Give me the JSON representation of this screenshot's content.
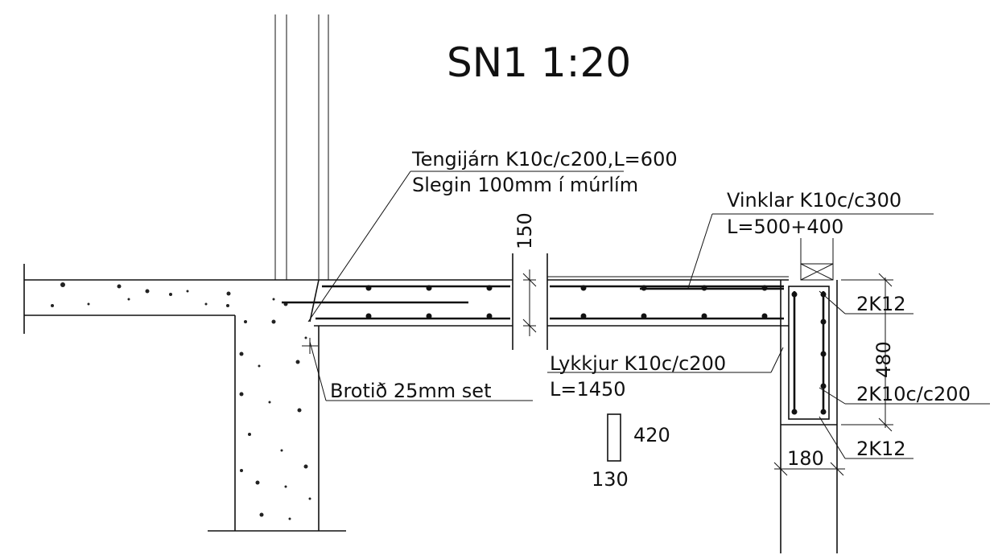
{
  "drawing": {
    "title": "SN1 1:20",
    "labels": {
      "tengijarn": "Tengijárn K10c/c200,L=600",
      "slegin": "Slegin 100mm í múrlím",
      "vinklar": "Vinklar K10c/c300",
      "vinklar_length": "L=500+400",
      "lykkjur": "Lykkjur K10c/c200",
      "lykkjur_length": "L=1450",
      "brotid": "Brotið 25mm set",
      "beam_top_bars": "2K12",
      "beam_stirrups": "2K10c/c200",
      "beam_bottom_bars": "2K12"
    },
    "dimensions": {
      "slab_thickness": "150",
      "beam_height": "480",
      "beam_width": "180",
      "detail_height": "420",
      "detail_width": "130"
    }
  }
}
